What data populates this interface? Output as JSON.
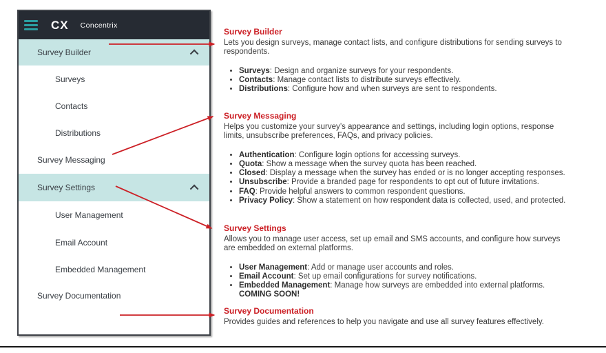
{
  "header": {
    "logo": "CX",
    "brand": "Concentrix"
  },
  "sidebar": {
    "items": [
      {
        "label": "Survey Builder"
      },
      {
        "label": "Surveys"
      },
      {
        "label": "Contacts"
      },
      {
        "label": "Distributions"
      },
      {
        "label": "Survey Messaging"
      },
      {
        "label": "Survey Settings"
      },
      {
        "label": "User Management"
      },
      {
        "label": "Email Account"
      },
      {
        "label": "Embedded Management"
      },
      {
        "label": "Survey Documentation"
      }
    ]
  },
  "annotations": [
    {
      "title": "Survey Builder",
      "body": "Lets you design surveys, manage contact lists, and configure distributions for sending surveys to\nrespondents.",
      "bullets": [
        {
          "term": "Surveys",
          "desc": ": Design and organize surveys for your respondents."
        },
        {
          "term": "Contacts",
          "desc": ": Manage contact lists to distribute surveys effectively."
        },
        {
          "term": "Distributions",
          "desc": ": Configure how and when surveys are sent to respondents."
        }
      ]
    },
    {
      "title": "Survey Messaging",
      "body": "Helps you customize your survey’s appearance and settings, including login options, response\nlimits, unsubscribe preferences, FAQs, and privacy policies.",
      "bullets": [
        {
          "term": "Authentication",
          "desc": ": Configure login options for accessing surveys."
        },
        {
          "term": "Quota",
          "desc": ": Show a message when the survey quota has been reached."
        },
        {
          "term": "Closed",
          "desc": ": Display a message when the survey has ended or is no longer accepting responses."
        },
        {
          "term": "Unsubscribe",
          "desc": ": Provide a branded page for respondents to opt out of future invitations."
        },
        {
          "term": "FAQ",
          "desc": ": Provide helpful answers to common respondent questions."
        },
        {
          "term": "Privacy Policy",
          "desc": ": Show a statement on how respondent data is collected, used, and protected."
        }
      ]
    },
    {
      "title": "Survey Settings",
      "body": "Allows you to manage user access, set up email and SMS accounts, and configure how surveys\nare embedded on external platforms.",
      "bullets": [
        {
          "term": "User Management",
          "desc": ": Add or manage user accounts and roles."
        },
        {
          "term": "Email Account",
          "desc": ": Set up email configurations for survey notifications."
        },
        {
          "term": "Embedded Management",
          "desc": ": Manage how surveys are embedded into external platforms."
        }
      ],
      "note": "COMING SOON!"
    },
    {
      "title": "Survey Documentation",
      "body": "Provides guides and references to help you navigate and use all survey features effectively."
    }
  ],
  "colors": {
    "header_bg": "#262b33",
    "accent_teal": "#2b9ea1",
    "highlight_teal": "#c6e5e4",
    "annotation_red": "#cc2026",
    "body_text": "#3b3b3b"
  }
}
